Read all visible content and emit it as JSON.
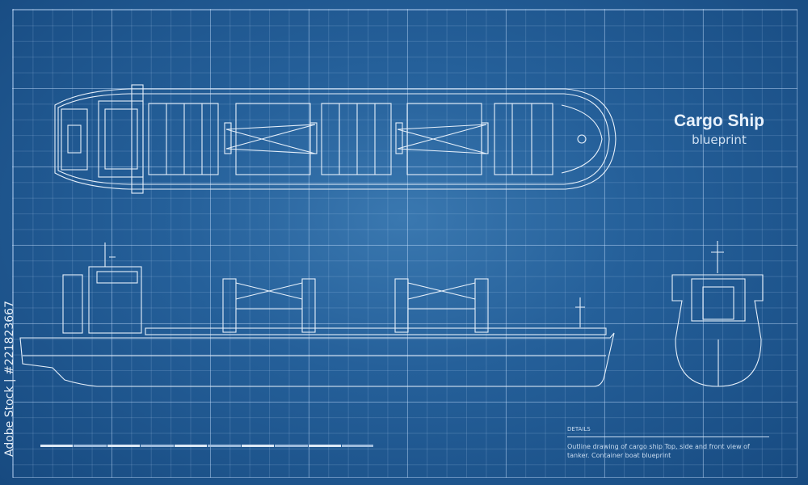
{
  "title": {
    "main": "Cargo Ship",
    "sub": "blueprint"
  },
  "details": {
    "heading": "DETAILS",
    "text": "Outline drawing of cargo ship  Top, side and front view of tanker. Container boat blueprint"
  },
  "credit": "Adobe Stock | #221823667",
  "colors": {
    "line": "#e6f0fb",
    "background": "#25609a"
  }
}
